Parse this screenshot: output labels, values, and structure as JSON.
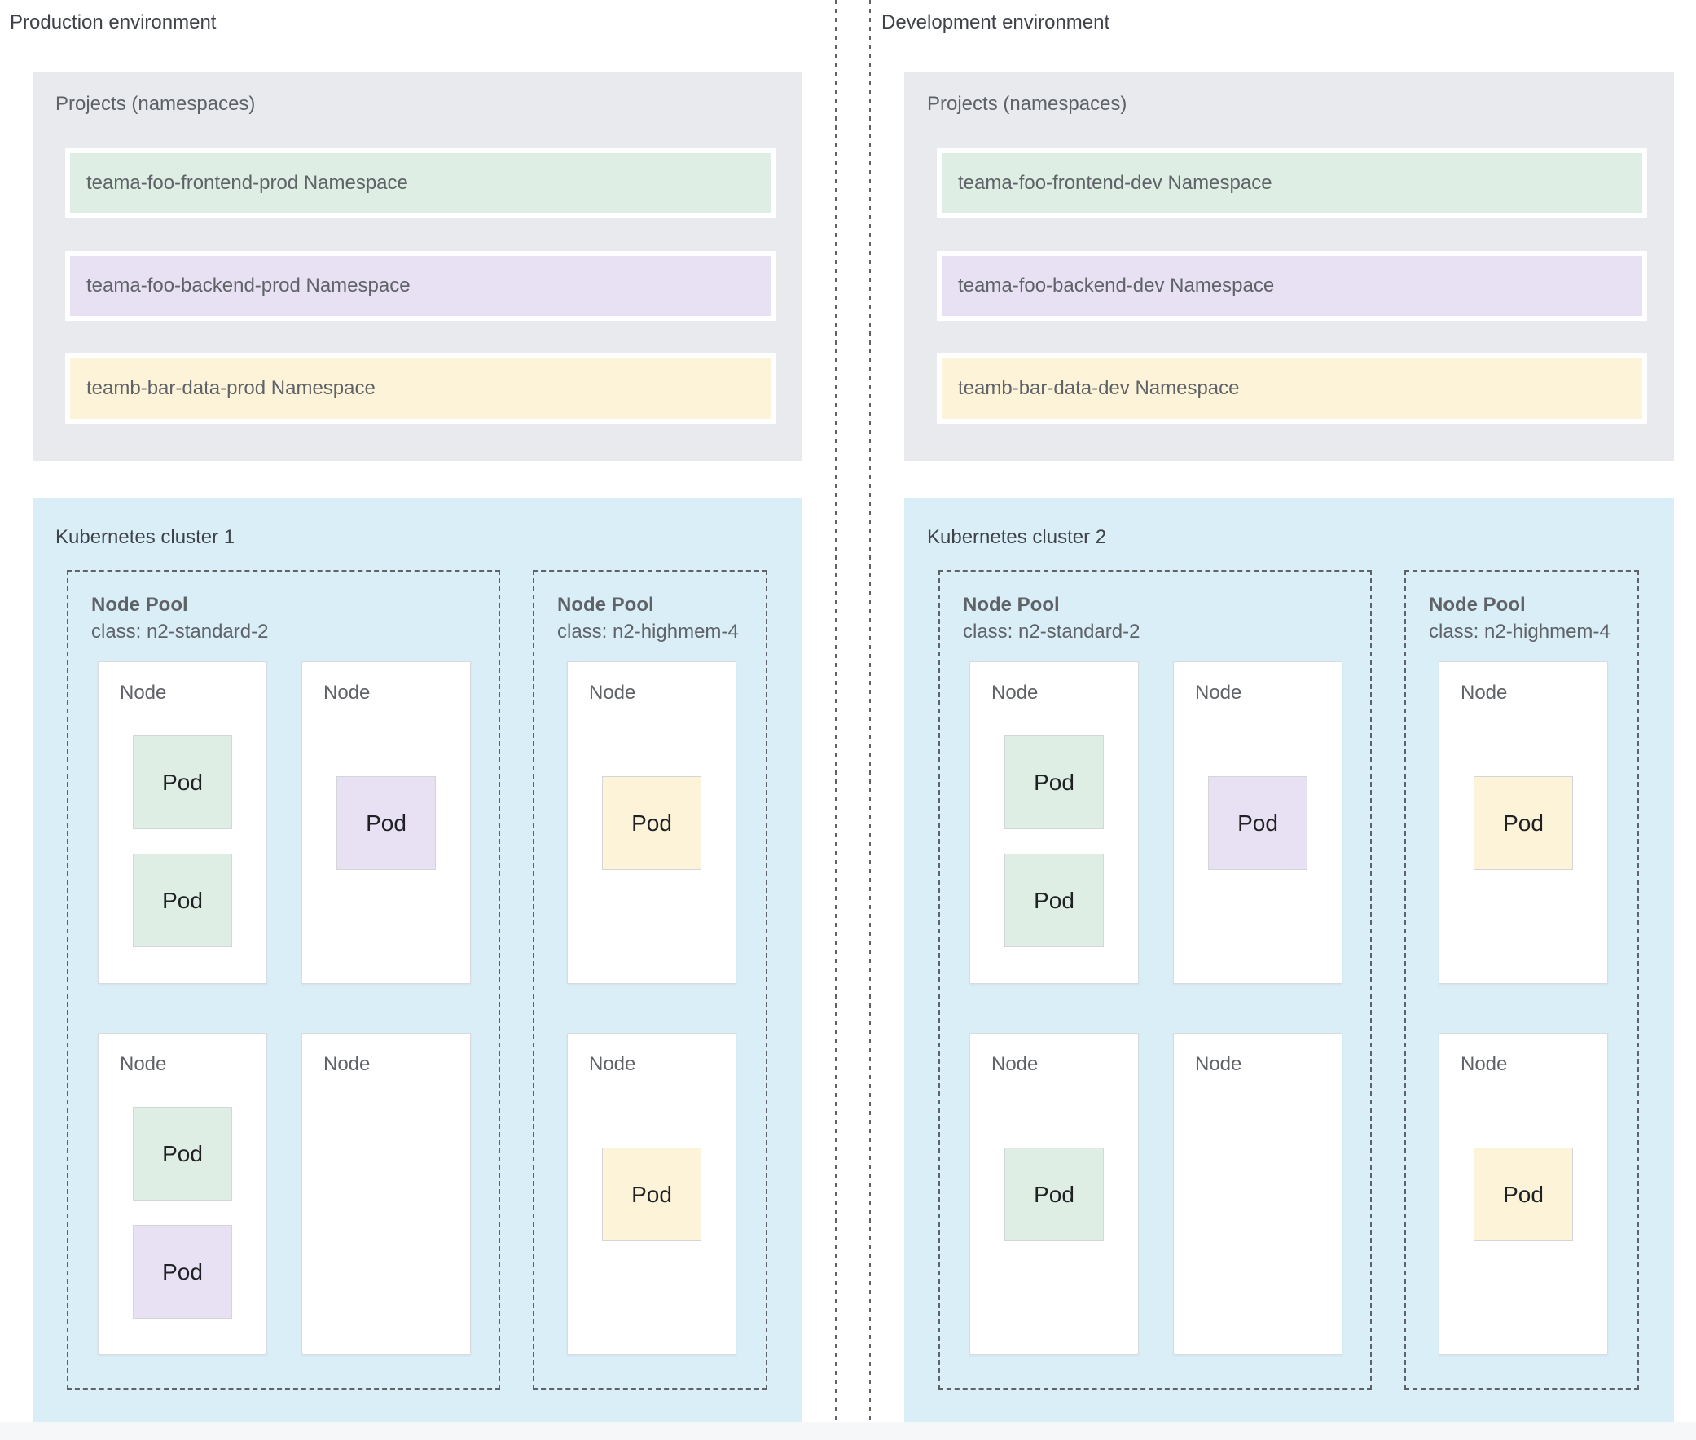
{
  "labels": {
    "node": "Node",
    "pod": "Pod"
  },
  "colors": {
    "green": "#dfeee5",
    "purple": "#e8e1f3",
    "yellow": "#fcf3d8",
    "projectsbg": "#e8eaed",
    "clusterbg": "#daeef8",
    "dash": "#5f6368",
    "textgray": "#5f6368",
    "titletext": "#3f4348",
    "nodeborder": "#d9dbde",
    "podborder": "#d3d6d8",
    "podtext": "#202124",
    "footer": "#f5f7f8"
  },
  "environments": [
    {
      "title": "Production environment",
      "projects": {
        "label": "Projects (namespaces)",
        "namespaces": [
          {
            "label": "teama-foo-frontend-prod Namespace",
            "color": "green"
          },
          {
            "label": "teama-foo-backend-prod Namespace",
            "color": "purple"
          },
          {
            "label": "teamb-bar-data-prod Namespace",
            "color": "yellow"
          }
        ]
      },
      "cluster": {
        "label": "Kubernetes cluster 1",
        "pools": [
          {
            "title": "Node Pool",
            "machine_class": "class: n2-standard-2",
            "nodes": [
              {
                "pods": [
                  {
                    "color": "green"
                  },
                  {
                    "color": "green"
                  }
                ]
              },
              {
                "pods": [
                  {
                    "color": "purple"
                  }
                ]
              },
              {
                "pods": [
                  {
                    "color": "green"
                  },
                  {
                    "color": "purple"
                  }
                ]
              },
              {
                "pods": []
              }
            ]
          },
          {
            "title": "Node Pool",
            "machine_class": "class: n2-highmem-4",
            "nodes": [
              {
                "pods": [
                  {
                    "color": "yellow"
                  }
                ]
              },
              {
                "pods": [
                  {
                    "color": "yellow"
                  }
                ]
              }
            ]
          }
        ]
      }
    },
    {
      "title": "Development environment",
      "projects": {
        "label": "Projects (namespaces)",
        "namespaces": [
          {
            "label": "teama-foo-frontend-dev Namespace",
            "color": "green"
          },
          {
            "label": "teama-foo-backend-dev Namespace",
            "color": "purple"
          },
          {
            "label": "teamb-bar-data-dev Namespace",
            "color": "yellow"
          }
        ]
      },
      "cluster": {
        "label": "Kubernetes cluster 2",
        "pools": [
          {
            "title": "Node Pool",
            "machine_class": "class: n2-standard-2",
            "nodes": [
              {
                "pods": [
                  {
                    "color": "green"
                  },
                  {
                    "color": "green"
                  }
                ]
              },
              {
                "pods": [
                  {
                    "color": "purple"
                  }
                ]
              },
              {
                "pods": [
                  {
                    "color": "green"
                  }
                ]
              },
              {
                "pods": []
              }
            ]
          },
          {
            "title": "Node Pool",
            "machine_class": "class: n2-highmem-4",
            "nodes": [
              {
                "pods": [
                  {
                    "color": "yellow"
                  }
                ]
              },
              {
                "pods": [
                  {
                    "color": "yellow"
                  }
                ]
              }
            ]
          }
        ]
      }
    }
  ]
}
